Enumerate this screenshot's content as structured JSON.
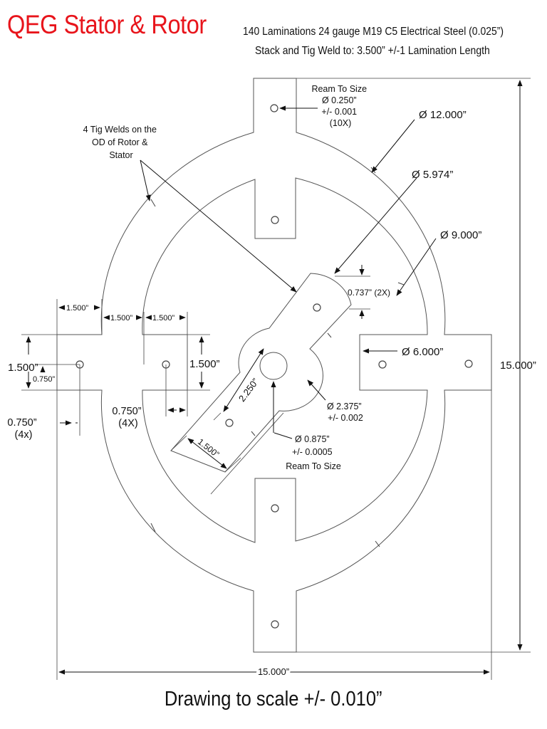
{
  "title": "QEG Stator & Rotor",
  "spec_line_1": "140 Laminations 24 gauge M19 C5 Electrical Steel (0.025”)",
  "spec_line_2": "Stack and Tig Weld to: 3.500” +/-1 Lamination Length",
  "footer": "Drawing to scale +/- 0.010”",
  "labels": {
    "ream_hole": [
      "Ream To Size",
      "Ø 0.250”",
      "+/- 0.001",
      "(10X)"
    ],
    "tig_welds": [
      "4 Tig Welds on the",
      "OD of Rotor &",
      "Stator"
    ],
    "dia_12": "Ø 12.000”",
    "dia_5974": "Ø 5.974”",
    "dia_9": "Ø 9.000”",
    "dim_0737": "0.737” (2X)",
    "dia_6": "Ø 6.000”",
    "dim_15_height": "15.000”",
    "dim_15_width": "15.000”",
    "dia_2375": [
      "Ø 2.375”",
      "+/- 0.002"
    ],
    "dia_0875": [
      "Ø 0.875”",
      "+/- 0.0005",
      "Ream To Size"
    ],
    "dim_2250": "2.250”",
    "dim_1500_rotor": "1.500”",
    "dim_1500_top_a": "1.500”",
    "dim_1500_top_b": "1.500”",
    "dim_1500_top_c": "1.500”",
    "dim_1500_left": "1.500”",
    "dim_0750_left": "0.750”",
    "dim_1500_mid": "1.500”",
    "dim_0750_4x": [
      "0.750”",
      "(4X)"
    ],
    "dim_0750_4x_small": [
      "0.750”",
      "(4x)"
    ]
  }
}
